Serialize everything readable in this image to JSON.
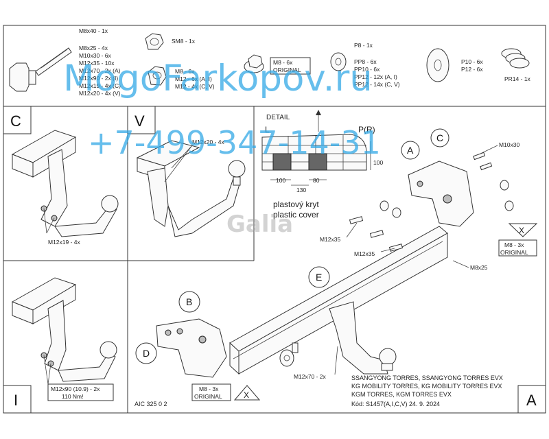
{
  "hardware": {
    "bolt_m8x40": "M8x40 - 1x",
    "bolts_list": [
      "M8x25 - 4x",
      "M10x30 - 6x",
      "M12x35 - 10x",
      "M12x70 - 2x (A)",
      "M12x90 - 2x (I)",
      "M12x19 - 4x (C)",
      "M12x20 - 4x (V)"
    ],
    "sm8": "SM8 - 1x",
    "nut_list": [
      "M8 - 6x",
      "M12 - 6x (A, I)",
      "M12 - 4x (C, V)"
    ],
    "m8_original": [
      "M8 - 6x",
      "ORIGINAL"
    ],
    "p8": "P8 - 1x",
    "pp_list": [
      "PP8 - 6x",
      "PP10 - 6x",
      "PP12 - 12x (A, I)",
      "PP12 - 14x (C, V)"
    ],
    "p_big": [
      "P10 - 6x",
      "P12 - 6x"
    ],
    "pr14": "PR14 - 1x"
  },
  "watermark": {
    "site": "MogoFarkopov.ru",
    "phone": "+7-499-347-14-31",
    "logo": "Galia"
  },
  "panels": {
    "c": {
      "letter": "C",
      "bolt_label": "M12x19 - 4x"
    },
    "v": {
      "letter": "V",
      "bolt_label": "M12x20 - 4x"
    },
    "detail": {
      "title": "DETAIL",
      "l": "L",
      "pr": "P(R)",
      "dims": [
        "100",
        "130",
        "80",
        "100"
      ],
      "cover_cz": "plastový kryt",
      "cover_en": "plastic cover"
    },
    "i": {
      "letter": "I",
      "bolt_label": "M12x90 (10.9) - 2x",
      "torque": "110 Nm!"
    }
  },
  "main": {
    "letter": "A",
    "callouts": [
      "A",
      "C",
      "E",
      "B",
      "D"
    ],
    "labels": {
      "m10x30": "M10x30",
      "m12x35_a": "M12x35",
      "m12x35_b": "M12x35",
      "m8x25": "M8x25",
      "m12x70": "M12x70 - 2x",
      "m8_orig_right": [
        "M8 - 3x",
        "ORIGINAL"
      ],
      "m8_orig_left": [
        "M8 - 3x",
        "ORIGINAL"
      ],
      "x_mark": "X"
    },
    "vehicles": [
      "SSANGYONG TORRES, SSANGYONG TORRES EVX",
      "KG MOBILITY TORRES, KG MOBILITY  TORRES EVX",
      "KGM TORRES, KGM  TORRES EVX"
    ],
    "code": "Kód: S1457(A,I,C,V)  24. 9. 2024",
    "drawing_no": "AIC 325 0 2"
  }
}
